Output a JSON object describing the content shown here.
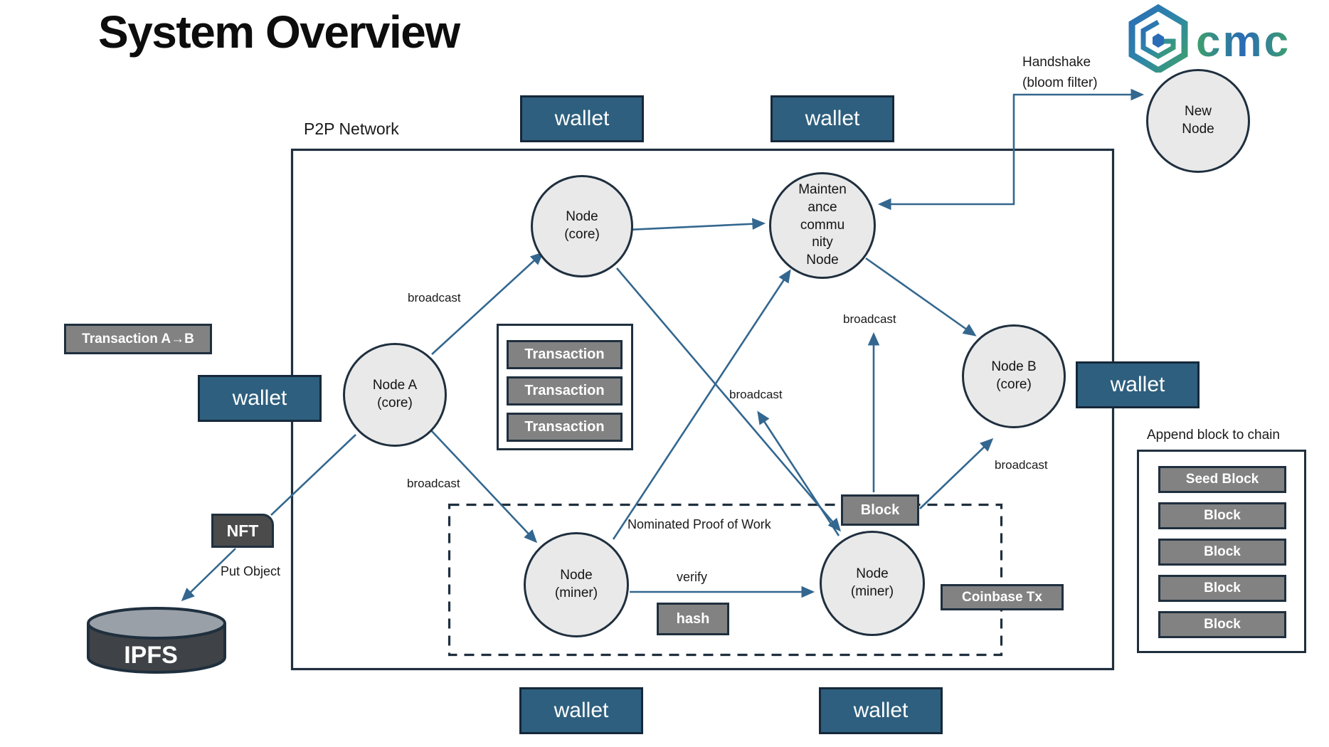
{
  "title": "System Overview",
  "logo": {
    "text": "cmc"
  },
  "colors": {
    "wallet": "#2e5f7e",
    "bar_gray": "#828282",
    "dark_border": "#1f2f3e",
    "arrow": "#33678f",
    "nft": "#4b4b4b",
    "node_fill": "#e9e9e9"
  },
  "p2p": {
    "label": "P2P Network"
  },
  "handshake": {
    "label": "Handshake\n(bloom filter)"
  },
  "nodes": {
    "new_node": "New\nNode",
    "core": "Node\n(core)",
    "maintenance": "Mainten\nance\ncommu\nnity\nNode",
    "node_a": "Node A\n(core)",
    "node_b": "Node B\n(core)",
    "miner_left": "Node\n(miner)",
    "miner_right": "Node\n(miner)"
  },
  "wallets": {
    "top_left": "wallet",
    "top_right": "wallet",
    "left": "wallet",
    "right": "wallet",
    "bottom_left": "wallet",
    "bottom_right": "wallet"
  },
  "labels": {
    "transaction_ab": "Transaction A→B",
    "broadcast_to_core": "broadcast",
    "broadcast_to_miner": "broadcast",
    "broadcast_center": "broadcast",
    "broadcast_block_up": "broadcast",
    "broadcast_block_right": "broadcast",
    "verify": "verify",
    "put_object": "Put Object",
    "npow": "Nominated Proof of Work",
    "append_chain": "Append block to chain"
  },
  "boxes": {
    "transactions": [
      "Transaction",
      "Transaction",
      "Transaction"
    ],
    "hash": "hash",
    "block": "Block",
    "coinbase": "Coinbase Tx",
    "nft": "NFT",
    "ipfs": "IPFS",
    "chain": [
      "Seed Block",
      "Block",
      "Block",
      "Block",
      "Block"
    ]
  }
}
